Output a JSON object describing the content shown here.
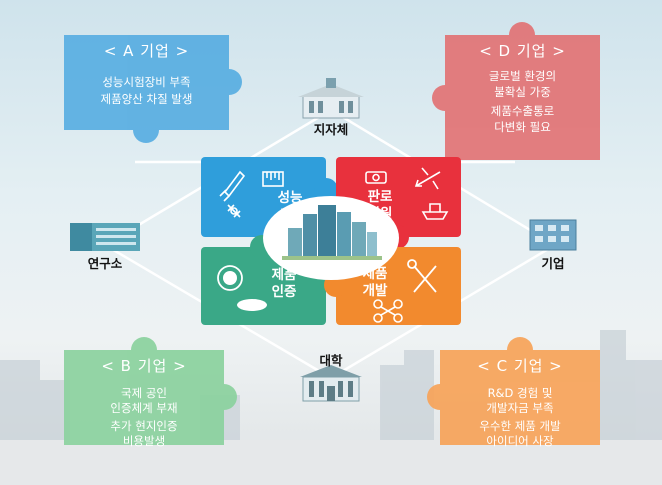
{
  "colors": {
    "blue": "#59aee2",
    "red": "#e27476",
    "green": "#8cd29f",
    "orange": "#f7a45a",
    "center_blue": "#2f9edb",
    "center_red": "#e8313d",
    "center_green": "#3aa887",
    "center_orange": "#f28a2e"
  },
  "corners": {
    "a": {
      "title": "< A 기업 >",
      "lines": [
        "성능시험장비 부족",
        "제품양산 차질 발생"
      ]
    },
    "d": {
      "title": "< D 기업 >",
      "lines": [
        "글로벌 환경의",
        "불확실 가중",
        "제품수출통로",
        "다변화 필요"
      ]
    },
    "b": {
      "title": "< B 기업 >",
      "lines": [
        "국제 공인",
        "인증체계 부재",
        "추가 현지인증",
        "비용발생"
      ]
    },
    "c": {
      "title": "< C 기업 >",
      "lines": [
        "R&D 경험 및",
        "개발자금 부족",
        "우수한 제품 개발",
        "아이디어 사장"
      ]
    }
  },
  "nodes": {
    "top": "지자체",
    "left": "연구소",
    "right": "기업",
    "bottom": "대학"
  },
  "center": {
    "blue": [
      "성능",
      "시험"
    ],
    "red": [
      "판로",
      "지원"
    ],
    "green": [
      "제품",
      "인증"
    ],
    "orange": [
      "제품",
      "개발"
    ]
  },
  "icons": {
    "blue": [
      "rocket-icon",
      "ruler-icon",
      "satellite-icon"
    ],
    "red": [
      "money-icon",
      "airplane-icon",
      "ship-icon"
    ],
    "green": [
      "certification-seal-icon",
      "certification-logo-icon"
    ],
    "orange": [
      "tools-icon",
      "drone-icon"
    ],
    "buildings": [
      "city-hall-icon",
      "research-institute-icon",
      "company-building-icon",
      "university-icon",
      "city-skyline-icon"
    ]
  }
}
